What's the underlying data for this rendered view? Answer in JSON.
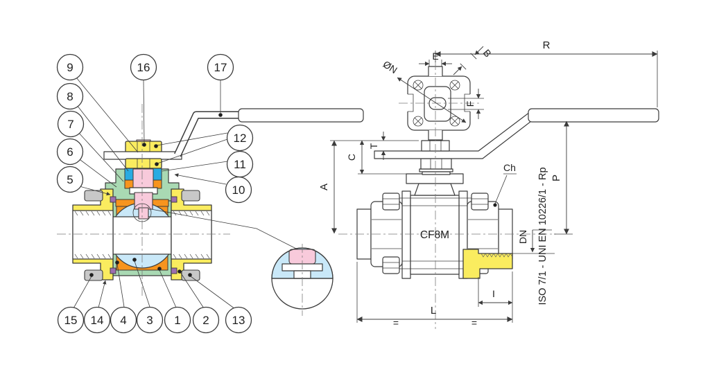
{
  "callouts": {
    "left": [
      "9",
      "8",
      "7",
      "6",
      "5"
    ],
    "top": [
      "16",
      "17"
    ],
    "right": [
      "12",
      "11",
      "10"
    ],
    "bottom": [
      "15",
      "14",
      "4",
      "3",
      "1",
      "2",
      "13"
    ]
  },
  "dimensions": {
    "r": "R",
    "e": "E",
    "b": "B",
    "n": "ØN",
    "f": "F",
    "c": "C",
    "t": "T",
    "a": "A",
    "p": "P",
    "dn": "DN",
    "i": "I",
    "l": "L",
    "equals_left": "=",
    "equals_right": "=",
    "ch": "Ch"
  },
  "labels": {
    "material": "CF8M",
    "thread_note": "ISO 7/1 - UNI EN 10226/1 - Rp"
  },
  "colors": {
    "body_green": "#A9D9B3",
    "cap_yellow": "#FAEC5F",
    "seat_orange": "#F7941E",
    "ball_blue": "#C9E8F8",
    "stem_pink": "#F8CADB",
    "seal_cyan": "#29ABE2",
    "seal_purple": "#9C6EB0",
    "bolt_gray": "#C8C8C8",
    "line": "#3b3b3b"
  }
}
